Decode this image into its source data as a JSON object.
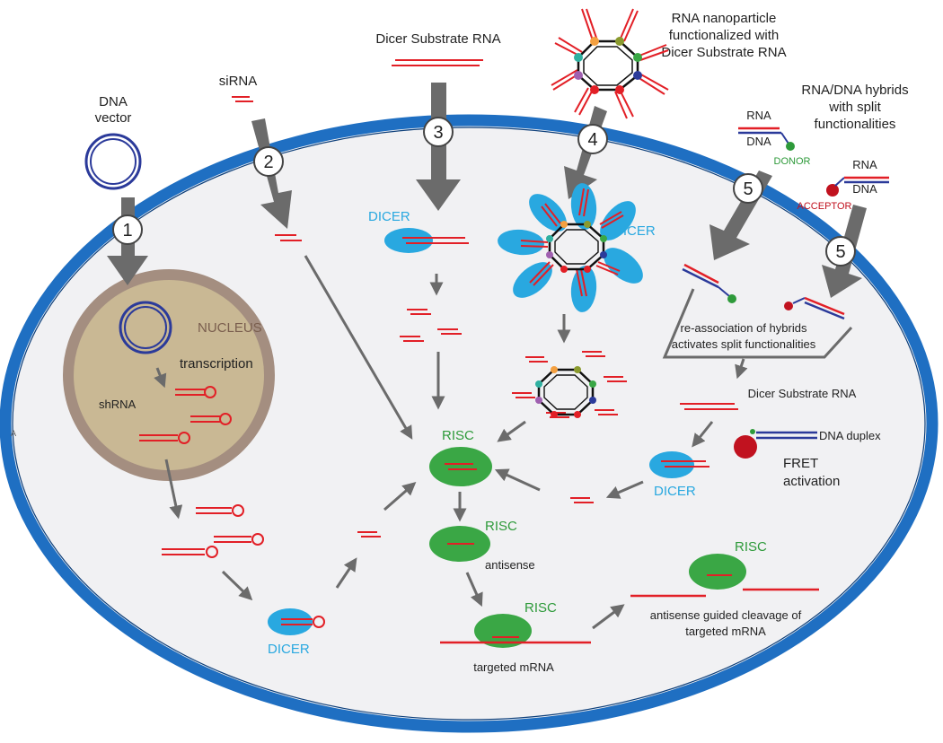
{
  "colors": {
    "cell_membrane": "#1f6fc2",
    "cell_fill": "#f1f1f3",
    "nucleus_ring": "#a48e80",
    "nucleus_fill": "#c9b894",
    "rna": "#e21f26",
    "dna": "#2b3a9a",
    "dicer": "#29a8e0",
    "risc": "#3aa745",
    "arrow": "#6b6b6b",
    "donor": "#2e9a3a",
    "acceptor": "#c1121f"
  },
  "labels": {
    "dna_vector_1": "DNA",
    "dna_vector_2": "vector",
    "sirna": "siRNA",
    "dicer_substrate_top": "Dicer Substrate RNA",
    "nanoparticle_1": "RNA nanoparticle",
    "nanoparticle_2": "functionalized with",
    "nanoparticle_3": "Dicer Substrate RNA",
    "hybrids_1": "RNA/DNA hybrids",
    "hybrids_2": "with split",
    "hybrids_3": "functionalities",
    "rna_a": "RNA",
    "dna_a": "DNA",
    "donor": "DONOR",
    "rna_b": "RNA",
    "dna_b": "DNA",
    "acceptor": "ACCEPTOR",
    "nucleus": "NUCLEUS",
    "transcription": "transcription",
    "shrna": "shRNA",
    "dicer_3": "DICER",
    "dicer_4": "DICER",
    "dicer_bottom": "DICER",
    "dicer_right": "DICER",
    "risc_main": "RISC",
    "risc_2": "RISC",
    "antisense": "antisense",
    "risc_3": "RISC",
    "targeted_mrna": "targeted mRNA",
    "risc_4": "RISC",
    "cleavage_1": "antisense guided cleavage of",
    "cleavage_2": "targeted mRNA",
    "reassoc_1": "re-association of hybrids",
    "reassoc_2": "activates split functionalities",
    "dicer_substrate_mid": "Dicer Substrate RNA",
    "dna_duplex": "DNA duplex",
    "fret_1": "FRET",
    "fret_2": "activation",
    "edge_mark": "A"
  },
  "steps": [
    "1",
    "2",
    "3",
    "4",
    "5",
    "5"
  ]
}
